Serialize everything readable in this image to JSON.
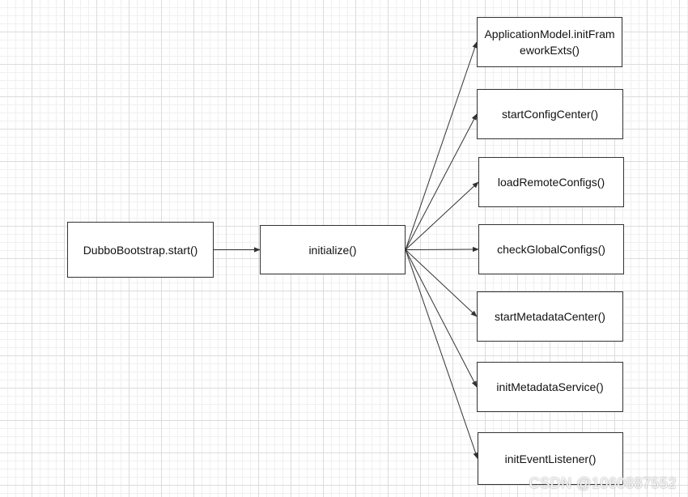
{
  "diagram": {
    "nodes": [
      {
        "id": "n1",
        "label": "DubboBootstrap.start()"
      },
      {
        "id": "n2",
        "label": "initialize()"
      },
      {
        "id": "t1",
        "label": "ApplicationModel.initFrameworkExts()"
      },
      {
        "id": "t2",
        "label": "startConfigCenter()"
      },
      {
        "id": "t3",
        "label": "loadRemoteConfigs()"
      },
      {
        "id": "t4",
        "label": "checkGlobalConfigs()"
      },
      {
        "id": "t5",
        "label": "startMetadataCenter()"
      },
      {
        "id": "t6",
        "label": "initMetadataService()"
      },
      {
        "id": "t7",
        "label": "initEventListener()"
      }
    ],
    "edges": [
      {
        "from": "n1",
        "to": "n2"
      },
      {
        "from": "n2",
        "to": "t1"
      },
      {
        "from": "n2",
        "to": "t2"
      },
      {
        "from": "n2",
        "to": "t3"
      },
      {
        "from": "n2",
        "to": "t4"
      },
      {
        "from": "n2",
        "to": "t5"
      },
      {
        "from": "n2",
        "to": "t6"
      },
      {
        "from": "n2",
        "to": "t7"
      }
    ]
  },
  "watermark": "CSDN @1060887552",
  "colors": {
    "line": "#333333",
    "box_border": "#333333",
    "grid_major": "#dcdcdc",
    "grid_minor": "#f0f0f0"
  }
}
